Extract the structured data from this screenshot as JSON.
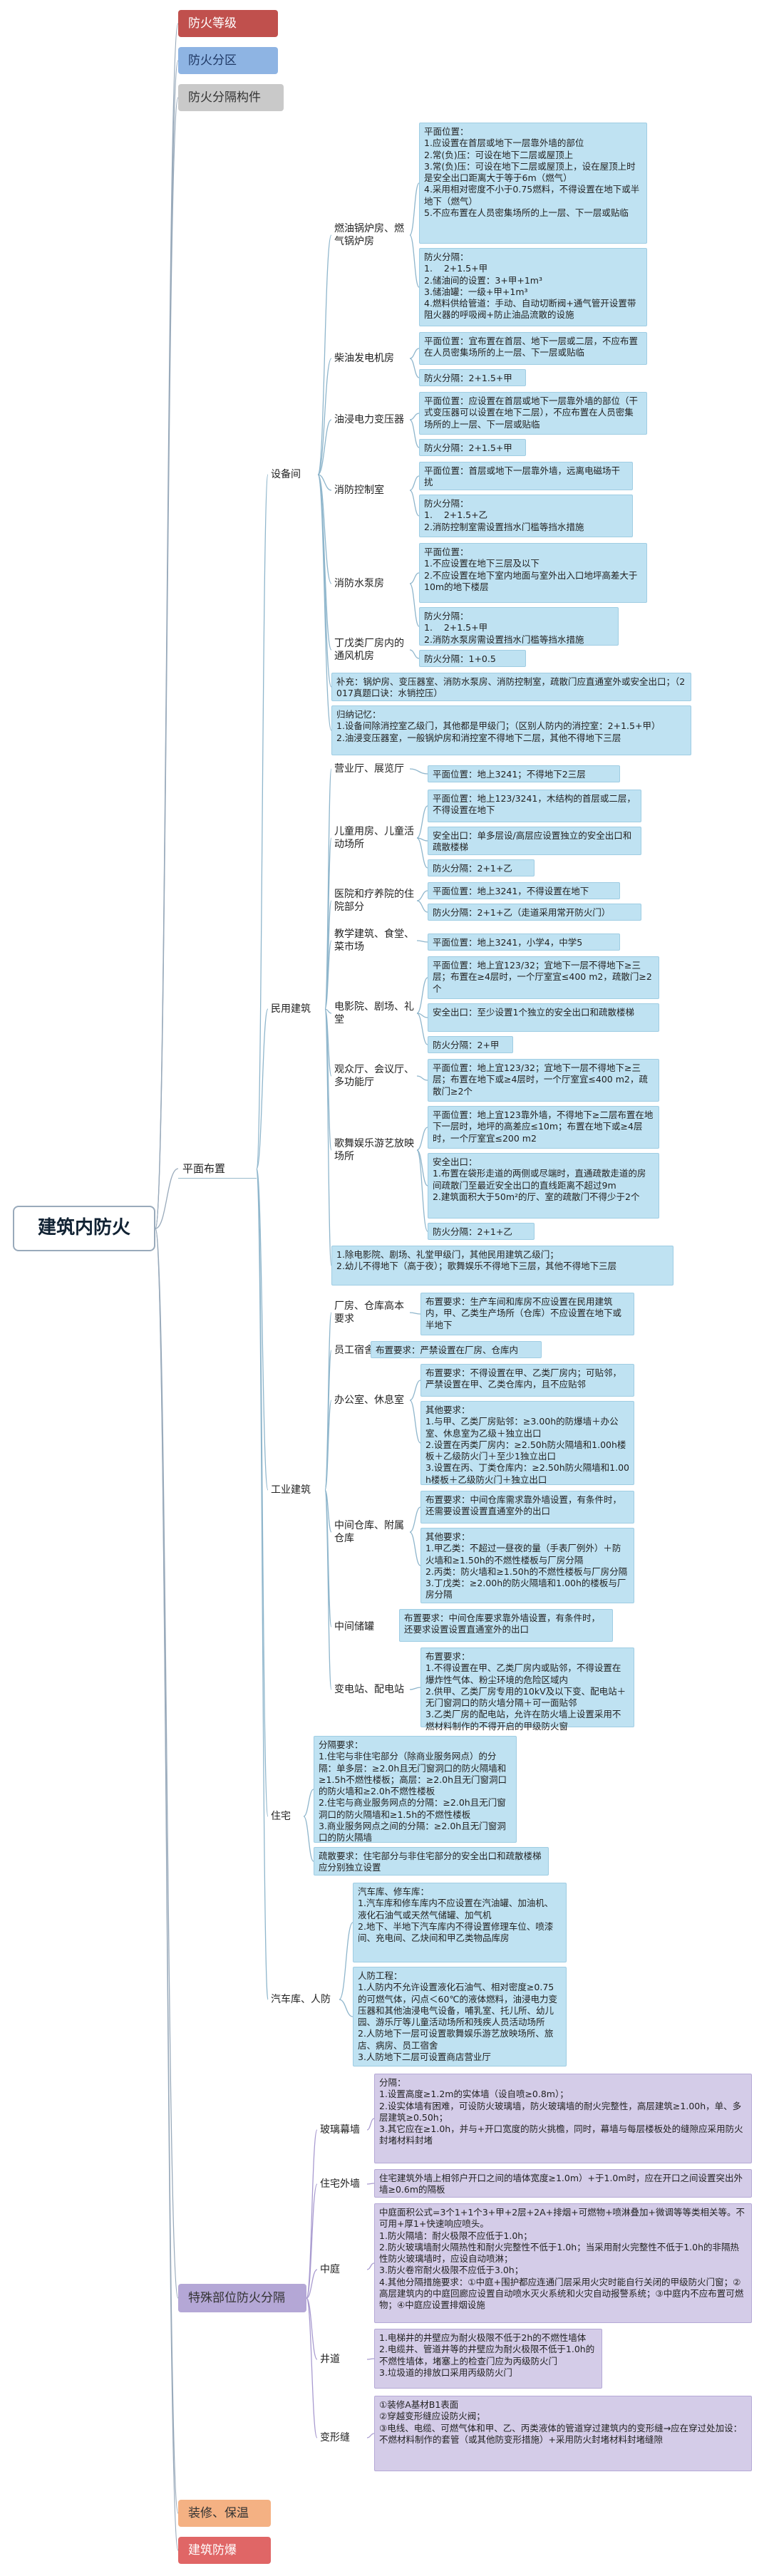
{
  "root": {
    "title": "建筑内防火"
  },
  "top_nodes": [
    {
      "label": "防火等级"
    },
    {
      "label": "防火分区"
    },
    {
      "label": "防火分隔构件"
    },
    {
      "label": "平面布置"
    },
    {
      "label": "特殊部位防火分隔"
    },
    {
      "label": "装修、保温"
    },
    {
      "label": "建筑防爆"
    }
  ],
  "layout": {
    "equipment": "设备间",
    "civil": "民用建筑",
    "industrial": "工业建筑",
    "residential": "住宅",
    "garage": "汽车库、人防"
  },
  "equipment": {
    "boiler": {
      "label": "燃油锅炉房、燃气锅炉房",
      "pos": "平面位置：\n1.应设置在首层或地下一层靠外墙的部位\n2.常(负)压：可设在地下二层或屋顶上\n3.常(负)压：可设在地下二层或屋顶上，设在屋顶上时是安全出口距离大于等于6m（燃气）\n4.采用相对密度不小于0.75燃料，不得设置在地下或半地下（燃气）\n5.不应布置在人员密集场所的上一层、下一层或贴临",
      "sep": "防火分隔：\n1.    2+1.5+甲\n2.储油间的设置：3+甲+1m³\n3.储油罐：一级+甲+1m³\n4.燃料供给管道：手动、自动切断阀+通气管开设置带阻火器的呼吸阀+防止油品流散的设施"
    },
    "diesel": {
      "label": "柴油发电机房",
      "pos": "平面位置：宜布置在首层、地下一层或二层，不应布置在人员密集场所的上一层、下一层或贴临",
      "sep": "防火分隔：2+1.5+甲"
    },
    "transformer": {
      "label": "油浸电力变压器",
      "pos": "平面位置：应设置在首层或地下一层靠外墙的部位（干式变压器可以设置在地下二层），不应布置在人员密集场所的上一层、下一层或贴临",
      "sep": "防火分隔：2+1.5+甲"
    },
    "control": {
      "label": "消防控制室",
      "pos": "平面位置：首层或地下一层靠外墙，远离电磁场干扰",
      "sep": "防火分隔：\n1.    2+1.5+乙\n2.消防控制室需设置挡水门槛等挡水措施"
    },
    "pump": {
      "label": "消防水泵房",
      "pos": "平面位置：\n1.不应设置在地下三层及以下\n2.不应设置在地下室内地面与室外出入口地坪高差大于10m的地下楼层",
      "sep": "防火分隔：\n1.    2+1.5+甲\n2.消防水泵房需设置挡水门槛等挡水措施"
    },
    "vent": {
      "label": "丁戊类厂房内的通风机房",
      "sep": "防火分隔：1+0.5"
    },
    "note1": "补充：锅炉房、变压器室、消防水泵房、消防控制室，疏散门应直通室外或安全出口；（2017真题口诀：水销控压）",
    "note2": "归纳记忆：\n1.设备间除消控室乙级门，其他都是甲级门；（区别人防内的消控室：2+1.5+甲）\n2.油浸变压器室，一般锅炉房和消控室不得地下二层，其他不得地下三层"
  },
  "civil": {
    "shop": {
      "label": "营业厅、展览厅",
      "pos": "平面位置：地上3241；不得地下2三层"
    },
    "child": {
      "label": "儿童用房、儿童活动场所",
      "pos": "平面位置：地上123/3241，木结构的首层或二层，不得设置在地下",
      "exit": "安全出口：单多层设/高层应设置独立的安全出口和疏散楼梯",
      "sep": "防火分隔：2+1+乙"
    },
    "hospital": {
      "label": "医院和疗养院的住院部分",
      "pos": "平面位置：地上3241，不得设置在地下",
      "sep": "防火分隔：2+1+乙（走道采用常开防火门）"
    },
    "school": {
      "label": "教学建筑、食堂、菜市场",
      "pos": "平面位置：地上3241，小学4，中学5"
    },
    "cinema": {
      "label": "电影院、剧场、礼堂",
      "pos": "平面位置：地上宜123/32；宜地下一层不得地下≥三层；布置在≥4层时，一个厅室宜≤400 m2，疏散门≥2个",
      "exit": "安全出口：至少设置1个独立的安全出口和疏散楼梯",
      "sep": "防火分隔：2+甲"
    },
    "meeting": {
      "label": "观众厅、会议厅、多功能厅",
      "pos": "平面位置：地上宜123/32；宜地下一层不得地下≥三层；布置在地下或≥4层时，一个厅室宜≤400 m2，疏散门≥2个"
    },
    "ktv": {
      "label": "歌舞娱乐游艺放映场所",
      "pos": "平面位置：地上宜123靠外墙，不得地下≥二层布置在地下一层时，地坪的高差应≤10m；布置在地下或≥4层时，一个厅室宜≤200 m2",
      "exit": "安全出口：\n1.布置在袋形走道的两侧或尽端时，直通疏散走道的房间疏散门至最近安全出口的直线距离不超过9m\n2.建筑面积大于50m²的厅、室的疏散门不得少于2个",
      "sep": "防火分隔：2+1+乙"
    },
    "note": "1.除电影院、剧场、礼堂甲级门，其他民用建筑乙级门；\n2.幼儿不得地下（高于夜）；歌舞娱乐不得地下三层，其他不得地下三层"
  },
  "industrial": {
    "staff_in": {
      "label": "厂房、仓库高本要求",
      "req": "布置要求：生产车间和库房不应设置在民用建筑内，甲、乙类生产场所（仓库）不应设置在地下或半地下"
    },
    "dorm": {
      "label": "员工宿舍",
      "req": "布置要求：严禁设置在厂房、仓库内"
    },
    "office": {
      "label": "办公室、休息室",
      "req": "布置要求：不得设置在甲、乙类厂房内；可贴邻，严禁设置在甲、乙类仓库内，且不应贴邻",
      "other": "其他要求：\n1.与甲、乙类厂房贴邻：≥3.00h的防爆墙＋办公室、休息室为乙级＋独立出口\n2.设置在丙类厂房内：≥2.50h防火隔墙和1.00h楼板＋乙级防火门＋至少1独立出口\n3.设置在丙、丁类仓库内：≥2.50h防火隔墙和1.00h楼板＋乙级防火门＋独立出口"
    },
    "mid": {
      "label": "中间仓库、附属仓库",
      "req": "布置要求：中间仓库需求靠外墙设置，有条件时，还需要设置设置直通室外的出口",
      "other": "其他要求：\n1.甲乙类：不超过一昼夜的量（手表厂例外）＋防火墙和≥1.50h的不燃性楼板与厂房分隔\n2.丙类：防火墙和≥1.50h的不燃性楼板与厂房分隔\n3.丁戊类：≥2.00h的防火隔墙和1.00h的楼板与厂房分隔"
    },
    "mid_tank": {
      "label": "中间储罐",
      "req": "布置要求：中间仓库要求靠外墙设置，有条件时，还要求设置设置直通室外的出口"
    },
    "substation": {
      "label": "变电站、配电站",
      "req": "布置要求：\n1.不得设置在甲、乙类厂房内或贴邻，不得设置在爆炸性气体、粉尘环境的危险区域内\n2.供甲、乙类厂房专用的10kV及以下变、配电站＋无门窗洞口的防火墙分隔＋可一面贴邻\n3.乙类厂房的配电站，允许在防火墙上设置采用不燃材料制作的不得开启的甲级防火窗"
    }
  },
  "residential": {
    "sep": "分隔要求：\n1.住宅与非住宅部分（除商业服务网点）的分隔：单多层：≥2.0h且无门窗洞口的防火隔墙和≥1.5h不燃性楼板；高层：≥2.0h且无门窗洞口的防火墙和≥2.0h不燃性楼板\n2.住宅与商业服务网点的分隔：≥2.0h且无门窗洞口的防火隔墙和≥1.5h的不燃性楼板\n3.商业服务网点之间的分隔：≥2.0h且无门窗洞口的防火隔墙",
    "exit": "疏散要求：住宅部分与非住宅部分的安全出口和疏散楼梯应分别独立设置"
  },
  "garage": {
    "car": "汽车库、修车库：\n1.汽车库和修车库内不应设置在汽油罐、加油机、液化石油气或天然气储罐、加气机\n2.地下、半地下汽车库内不得设置修理车位、喷漆间、充电间、乙炔间和甲乙类物品库房",
    "civil": "人防工程：\n1.人防内不允许设置液化石油气、相对密度≥0.75的可燃气体，闪点＜60℃的液体燃料，油浸电力变压器和其他油浸电气设备，哺乳室、托儿所、幼儿园、游乐厅等儿童活动场所和残疾人员活动场所\n2.人防地下一层可设置歌舞娱乐游艺放映场所、旅店、病房、员工宿舍\n3.人防地下二层可设置商店营业厅"
  },
  "special": {
    "curtain": {
      "label": "玻璃幕墙",
      "text": "分隔：\n1.设置高度≥1.2m的实体墙（设自喷≥0.8m）；\n2.设实体墙有困难，可设防火玻璃墙，防火玻璃墙的耐火完整性，高层建筑≥1.00h，单、多层建筑≥0.50h；\n3.其它应在≥1.0h，并与+开口宽度的防火挑檐，同时，幕墙与每层楼板处的缝隙应采用防火封堵材料封堵"
    },
    "res_window": {
      "label": "住宅外墙",
      "text": "住宅建筑外墙上相邻户开口之间的墙体宽度≥1.0m）+于1.0m时，应在开口之间设置突出外墙≥0.6m的隔板"
    },
    "atrium": {
      "label": "中庭",
      "text": "中庭面积公式=3个1+1个3+甲+2层+2A+排烟+可燃物+喷淋叠加+微调等等类相关等。不可用+厚1+快速响应喷头。\n1.防火隔墙：耐火极限不应低于1.0h；\n2.防火玻璃墙耐火隔热性和耐火完整性不低于1.0h；当采用耐火完整性不低于1.0h的非隔热性防火玻璃墙时，应设自动喷淋；\n3.防火卷帘耐火极限不应低于3.0h；\n4.其他分隔措施要求：①中庭+围护都应连通门层采用火灾时能自行关闭的甲级防火门窗；②高层建筑内的中庭回廊应设置自动喷水灭火系统和火灾自动报警系统；③中庭内不应布置可燃物；④中庭应设置排烟设施"
    },
    "shaft": {
      "label": "井道",
      "text": "1.电梯井的井壁应为耐火极限不低于2h的不燃性墙体\n2.电缆井、管道井等的井壁应为耐火极限不低于1.0h的不燃性墙体，堵塞上的检查门应为丙级防火门\n3.垃圾道的排放口采用丙级防火门"
    },
    "deform": {
      "label": "变形缝",
      "text": "①装修A基材B1表面\n②穿越变形缝应设防火阀；\n③电线、电缆、可燃气体和甲、乙、丙类液体的管道穿过建筑内的变形缝→应在穿过处加设：不燃材料制作的套管（或其他防变形措施）+采用防火封堵材料封堵缝隙"
    }
  }
}
